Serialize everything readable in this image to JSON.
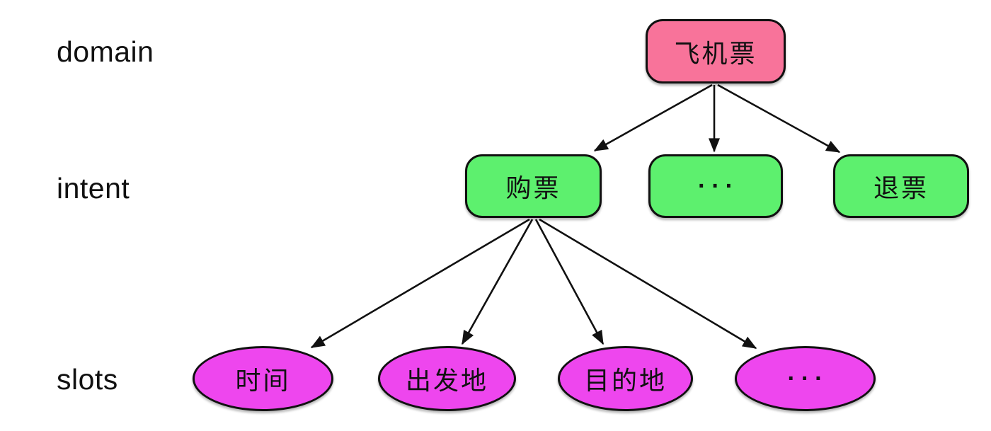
{
  "diagram": {
    "row_labels": [
      {
        "id": "domain",
        "label": "domain"
      },
      {
        "id": "intent",
        "label": "intent"
      },
      {
        "id": "slots",
        "label": "slots"
      }
    ],
    "domain_node": {
      "label": "飞机票"
    },
    "intent_nodes": [
      {
        "label": "购票"
      },
      {
        "label": "···"
      },
      {
        "label": "退票"
      }
    ],
    "slot_nodes": [
      {
        "label": "时间"
      },
      {
        "label": "出发地"
      },
      {
        "label": "目的地"
      },
      {
        "label": "···"
      }
    ],
    "edges": [
      {
        "from": "飞机票",
        "to": "购票"
      },
      {
        "from": "飞机票",
        "to": "···"
      },
      {
        "from": "飞机票",
        "to": "退票"
      },
      {
        "from": "购票",
        "to": "时间"
      },
      {
        "from": "购票",
        "to": "出发地"
      },
      {
        "from": "购票",
        "to": "目的地"
      },
      {
        "from": "购票",
        "to": "···"
      }
    ],
    "colors": {
      "domain_fill": "#f8739a",
      "intent_fill": "#5df06e",
      "slot_fill": "#ee46ee",
      "stroke": "#111111",
      "text": "#111111",
      "background": "#ffffff"
    }
  }
}
